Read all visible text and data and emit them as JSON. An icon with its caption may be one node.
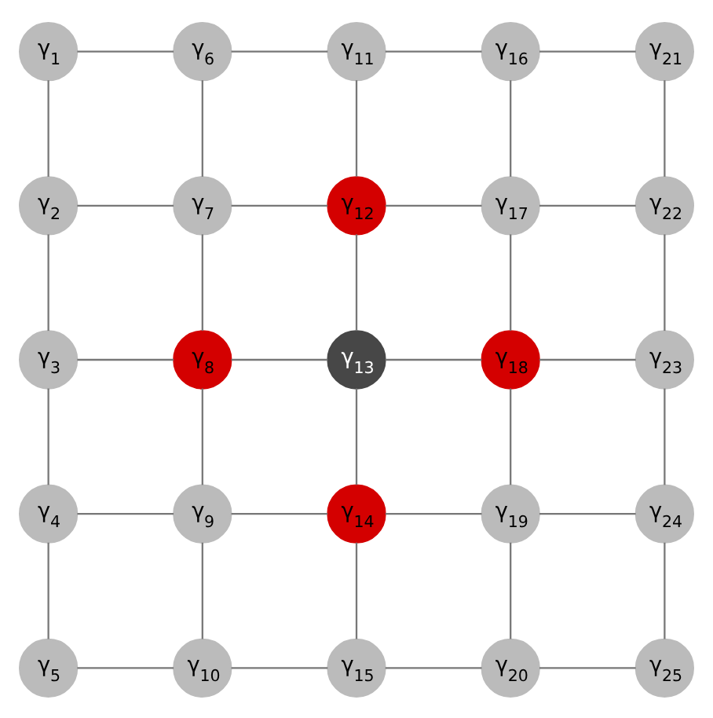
{
  "diagram": {
    "nodes": [
      {
        "text": [
          "γ$_{1}$"
        ]
      },
      {
        "text": [
          "γ$_{2}$"
        ]
      },
      {
        "text": [
          "γ$_{3}$"
        ]
      },
      {
        "text": [
          "γ$_{4}$"
        ]
      },
      {
        "text": [
          "γ$_{5}$"
        ]
      },
      {
        "text": [
          "γ$_{6}$"
        ]
      },
      {
        "text": [
          "γ$_{7}$"
        ]
      },
      {
        "text": [
          "γ$_{8}$"
        ]
      },
      {
        "text": [
          "γ$_{9}$"
        ]
      },
      {
        "text": [
          "γ$_{10}$"
        ]
      },
      {
        "text": [
          "γ$_{11}$"
        ]
      },
      {
        "text": [
          "γ$_{12}$"
        ]
      },
      {
        "text": [
          "γ$_{13}$"
        ]
      },
      {
        "text": [
          "γ$_{14}$"
        ]
      },
      {
        "text": [
          "γ$_{15}$"
        ]
      },
      {
        "text": [
          "γ$_{16}$"
        ]
      },
      {
        "text": [
          "γ$_{17}$"
        ]
      },
      {
        "text": [
          "γ$_{18}$"
        ]
      },
      {
        "text": [
          "γ$_{19}$"
        ]
      },
      {
        "text": [
          "γ$_{20}$"
        ]
      },
      {
        "text": [
          "γ$_{21}$"
        ]
      },
      {
        "text": [
          "γ$_{22}$"
        ]
      },
      {
        "text": [
          "γ$_{23}$"
        ]
      },
      {
        "text": [
          "γ$_{24}$"
        ]
      },
      {
        "text": [
          "γ$_{25}$"
        ]
      }
    ],
    "edges": [
      {
        "from": 0,
        "to": 5,
        "arrow": "none"
      },
      {
        "from": 5,
        "to": 10,
        "arrow": "none"
      },
      {
        "from": 10,
        "to": 15,
        "arrow": "none"
      },
      {
        "from": 15,
        "to": 20,
        "arrow": "none"
      },
      {
        "from": 1,
        "to": 6,
        "arrow": "none"
      },
      {
        "from": 6,
        "to": 11,
        "arrow": "none"
      },
      {
        "from": 11,
        "to": 16,
        "arrow": "none"
      },
      {
        "from": 16,
        "to": 21,
        "arrow": "none"
      },
      {
        "from": 2,
        "to": 7,
        "arrow": "none"
      },
      {
        "from": 7,
        "to": 12,
        "arrow": "none"
      },
      {
        "from": 12,
        "to": 17,
        "arrow": "none"
      },
      {
        "from": 17,
        "to": 22,
        "arrow": "none"
      },
      {
        "from": 3,
        "to": 8,
        "arrow": "none"
      },
      {
        "from": 8,
        "to": 13,
        "arrow": "none"
      },
      {
        "from": 13,
        "to": 18,
        "arrow": "none"
      },
      {
        "from": 18,
        "to": 23,
        "arrow": "none"
      },
      {
        "from": 4,
        "to": 9,
        "arrow": "none"
      },
      {
        "from": 9,
        "to": 14,
        "arrow": "none"
      },
      {
        "from": 14,
        "to": 19,
        "arrow": "none"
      },
      {
        "from": 19,
        "to": 24,
        "arrow": "none"
      },
      {
        "from": 0,
        "to": 1,
        "arrow": "none"
      },
      {
        "from": 1,
        "to": 2,
        "arrow": "none"
      },
      {
        "from": 2,
        "to": 3,
        "arrow": "none"
      },
      {
        "from": 3,
        "to": 4,
        "arrow": "none"
      },
      {
        "from": 5,
        "to": 6,
        "arrow": "none"
      },
      {
        "from": 6,
        "to": 7,
        "arrow": "none"
      },
      {
        "from": 7,
        "to": 8,
        "arrow": "none"
      },
      {
        "from": 8,
        "to": 9,
        "arrow": "none"
      },
      {
        "from": 10,
        "to": 11,
        "arrow": "none"
      },
      {
        "from": 11,
        "to": 12,
        "arrow": "none"
      },
      {
        "from": 12,
        "to": 13,
        "arrow": "none"
      },
      {
        "from": 13,
        "to": 14,
        "arrow": "none"
      },
      {
        "from": 15,
        "to": 16,
        "arrow": "none"
      },
      {
        "from": 16,
        "to": 17,
        "arrow": "none"
      },
      {
        "from": 17,
        "to": 18,
        "arrow": "none"
      },
      {
        "from": 18,
        "to": 19,
        "arrow": "none"
      },
      {
        "from": 20,
        "to": 21,
        "arrow": "none"
      },
      {
        "from": 21,
        "to": 22,
        "arrow": "none"
      },
      {
        "from": 22,
        "to": 23,
        "arrow": "none"
      },
      {
        "from": 23,
        "to": 24,
        "arrow": "none"
      }
    ]
  }
}
